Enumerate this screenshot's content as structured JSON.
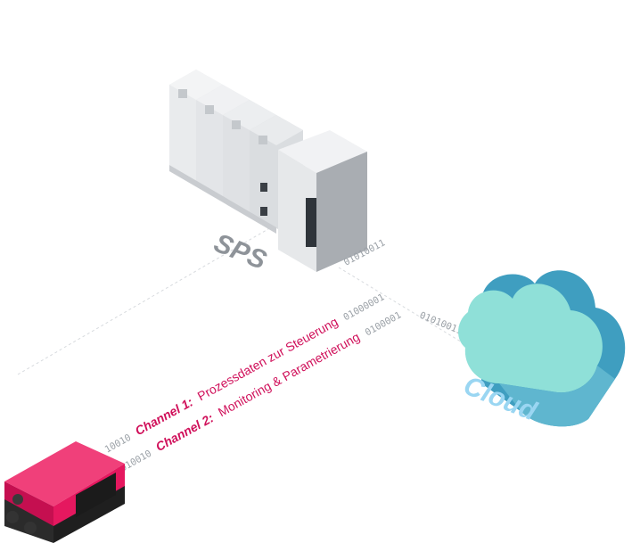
{
  "labels": {
    "sps": "SPS",
    "cloud": "Cloud"
  },
  "channels": [
    {
      "prefix_bits": "10010",
      "title": "Channel 1:",
      "text": "Prozessdaten zur Steuerung",
      "suffix_bits": "01000001"
    },
    {
      "prefix_bits": "1010010",
      "title": "Channel 2:",
      "text": "Monitoring & Parametrierung",
      "suffix_bits": "0100001"
    }
  ],
  "bit_streams": {
    "sps_to_cloud_a": "01010011",
    "sps_to_cloud_b": "01010011"
  },
  "colors": {
    "accent": "#d0105a",
    "sensor_red": "#e5185f",
    "sensor_dark": "#2b2b2b",
    "plc_light": "#e6e8ea",
    "plc_mid": "#c9ccd0",
    "plc_dark": "#a9adb2",
    "cloud_light": "#8fe0d8",
    "cloud_dark": "#3f9ec0",
    "cloud_label": "#9ad6f2",
    "sps_label": "#8e9399",
    "bits": "#9aa0a6"
  }
}
